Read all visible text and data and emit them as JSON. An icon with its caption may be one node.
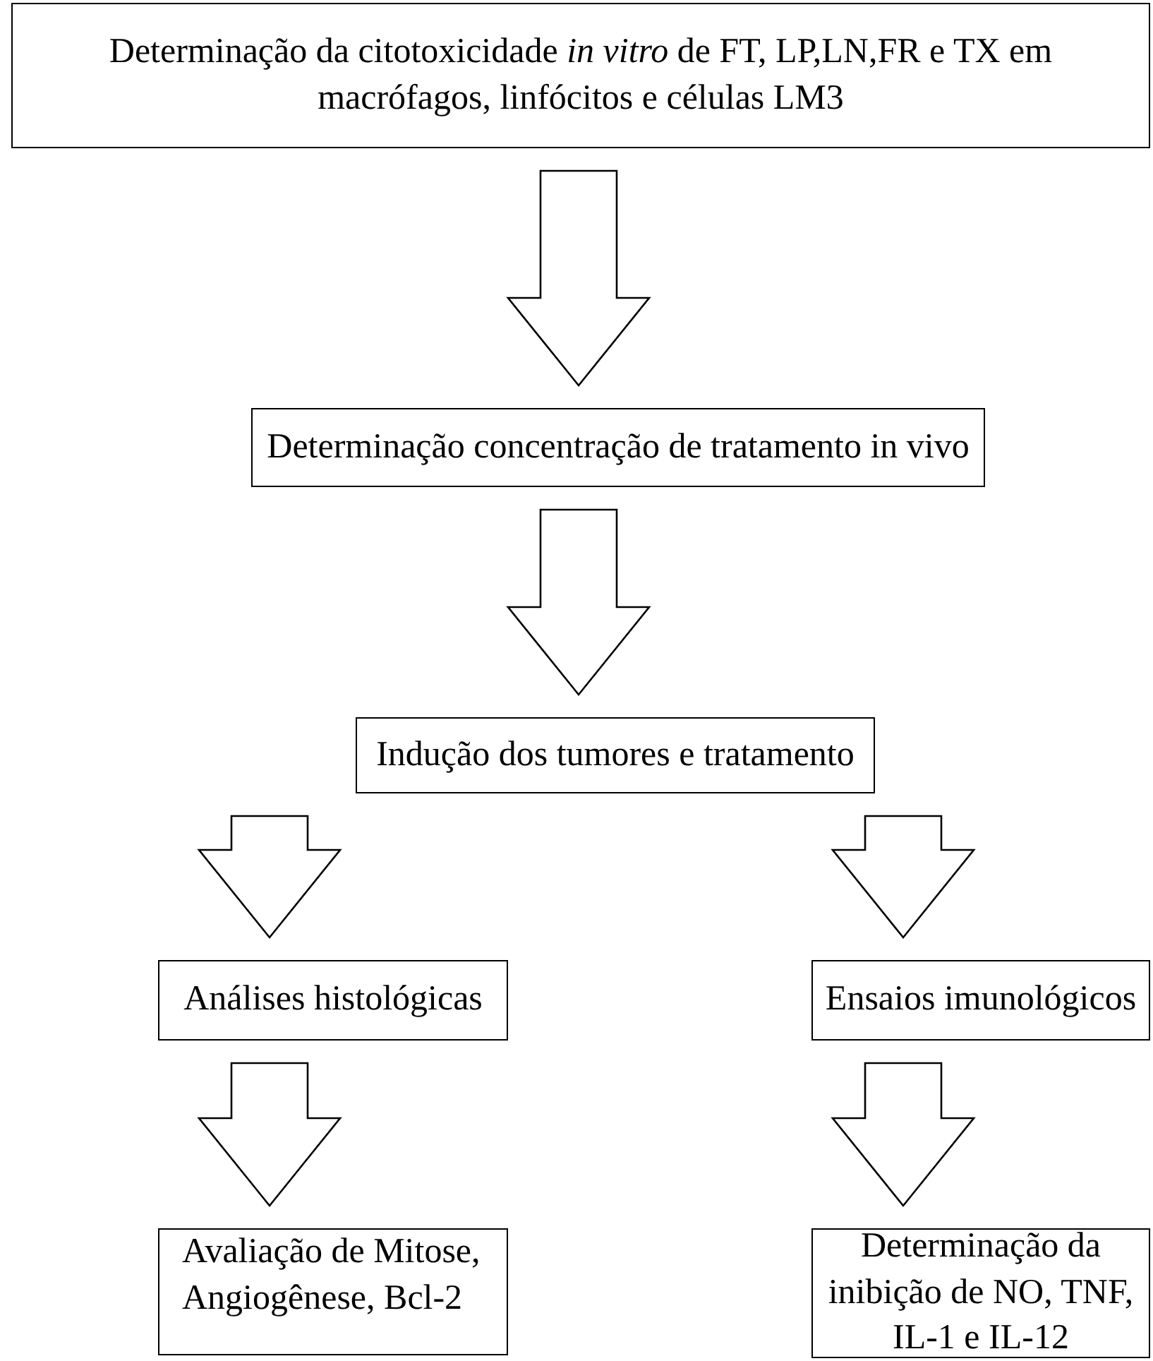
{
  "diagram": {
    "nodes": [
      {
        "text": [
          "Determinação da citotoxicidade *in vitro* de FT, LP,LN,FR e TX em macrófagos, linfócitos e células LM3"
        ]
      },
      {
        "text": [
          "Determinação concentração de tratamento in vivo"
        ]
      },
      {
        "text": [
          "Indução dos tumores e tratamento"
        ]
      },
      {
        "text": [
          "Análises histológicas"
        ]
      },
      {
        "text": [
          "Ensaios imunológicos"
        ]
      },
      {
        "text": [
          "Avaliação de Mitose, Angiogênese, Bcl-2"
        ]
      },
      {
        "text": [
          "Determinação da inibição de NO, TNF, IL-1 e IL-12"
        ]
      }
    ],
    "edges": [
      {
        "from": 0,
        "to": 1,
        "arrow": "to"
      },
      {
        "from": 1,
        "to": 2,
        "arrow": "to"
      },
      {
        "from": 2,
        "to": 3,
        "arrow": "to"
      },
      {
        "from": 2,
        "to": 4,
        "arrow": "to"
      },
      {
        "from": 3,
        "to": 5,
        "arrow": "to"
      },
      {
        "from": 4,
        "to": 6,
        "arrow": "to"
      }
    ]
  }
}
